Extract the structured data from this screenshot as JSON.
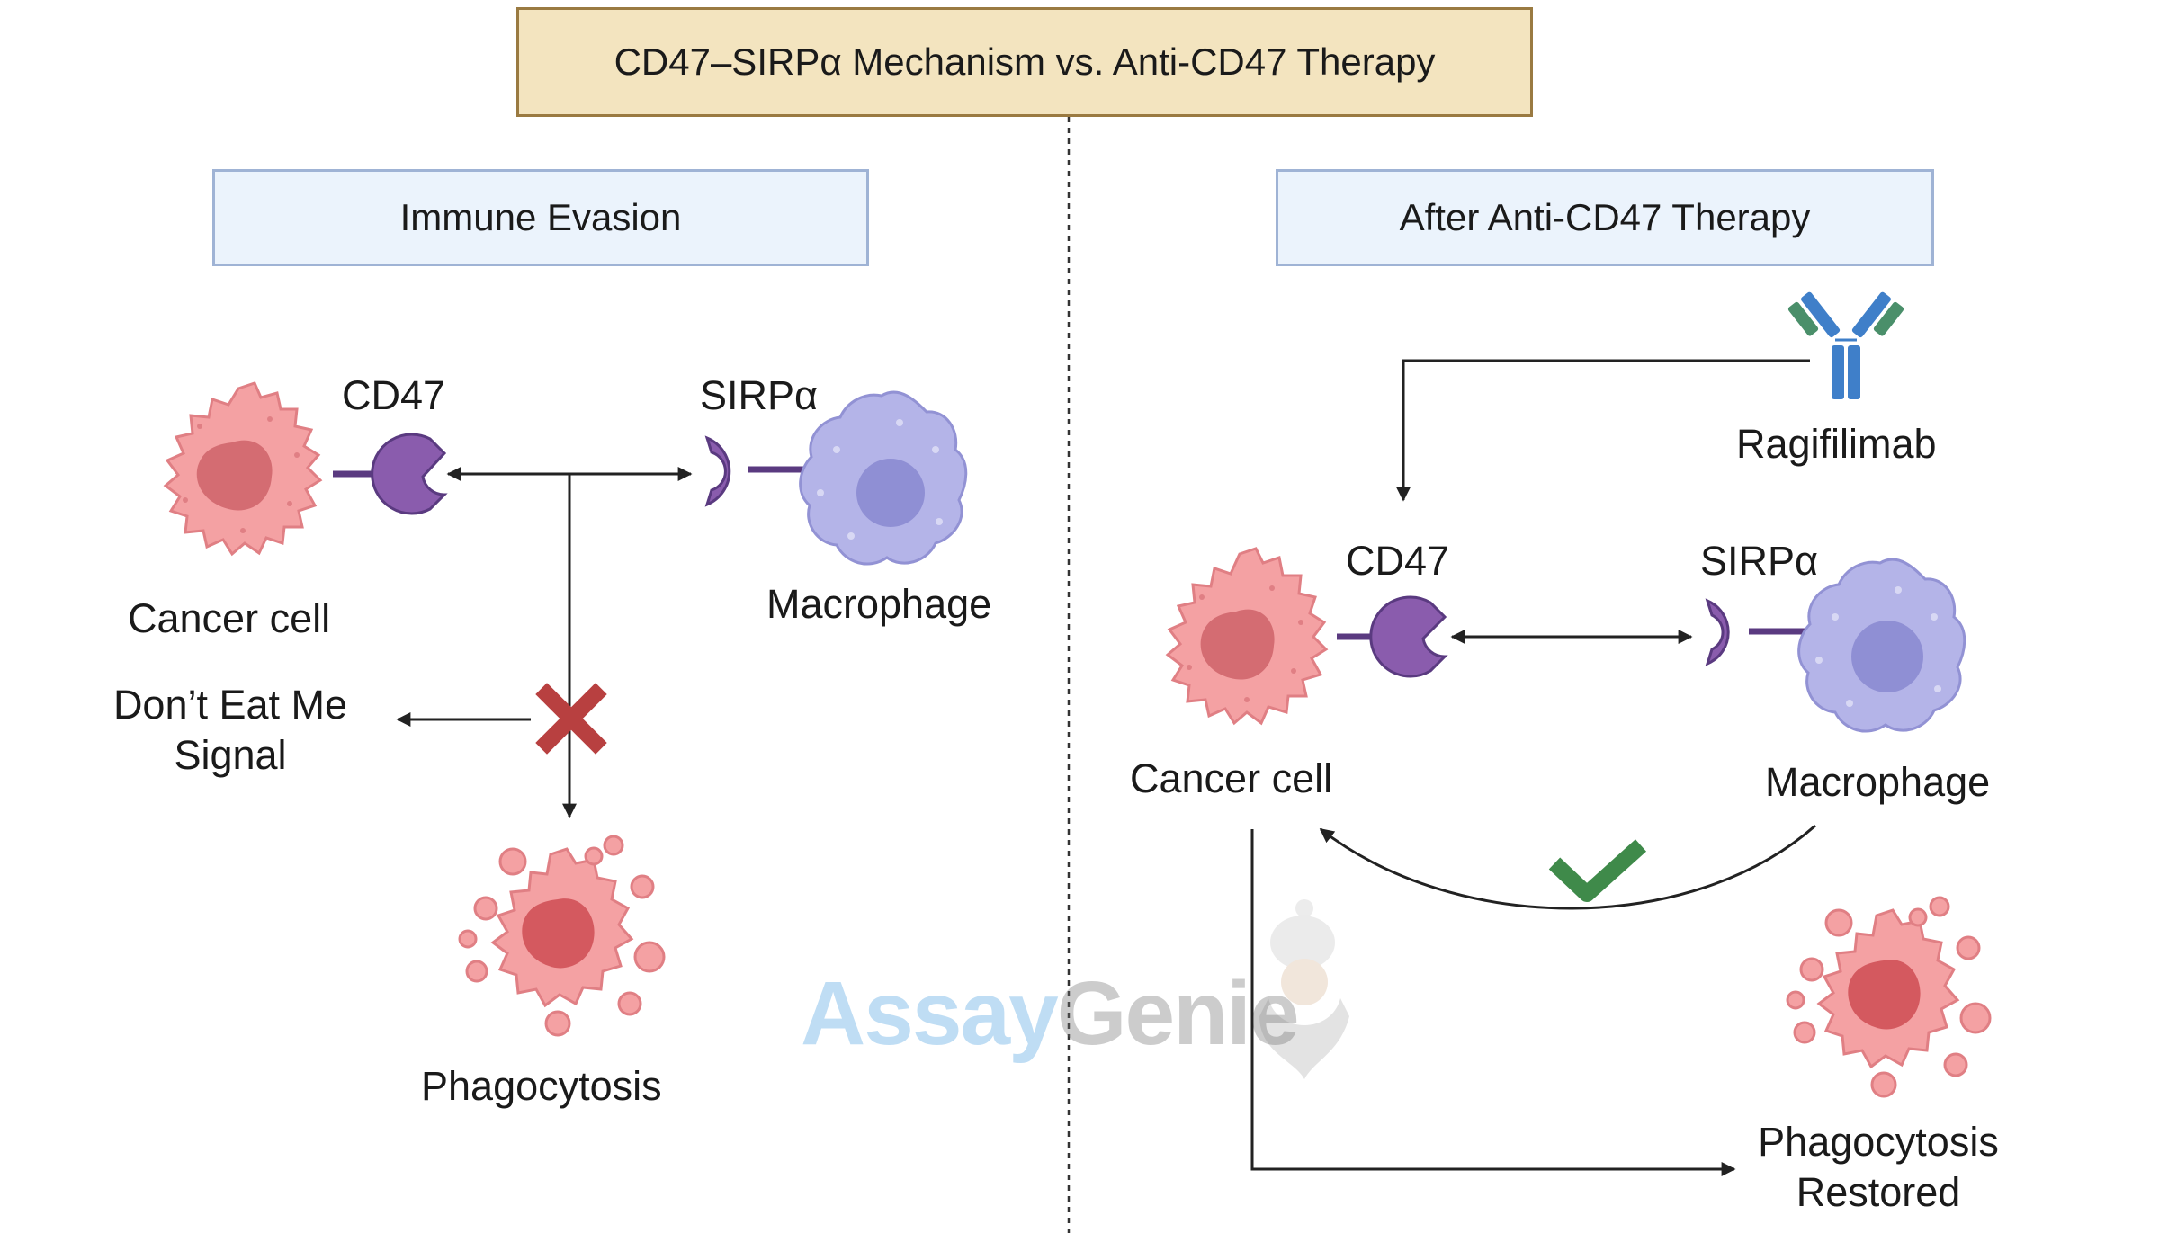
{
  "title": "CD47–SIRPα Mechanism vs. Anti-CD47 Therapy",
  "left_panel": {
    "header": "Immune Evasion",
    "cd47_label": "CD47",
    "sirpa_label": "SIRPα",
    "cancer_cell_label": "Cancer cell",
    "macrophage_label": "Macrophage",
    "signal_label_line1": "Don’t Eat Me",
    "signal_label_line2": "Signal",
    "phagocytosis_label": "Phagocytosis"
  },
  "right_panel": {
    "header": "After Anti-CD47 Therapy",
    "antibody_label": "Ragifilimab",
    "cd47_label": "CD47",
    "sirpa_label": "SIRPα",
    "cancer_cell_label": "Cancer cell",
    "macrophage_label": "Macrophage",
    "restored_label_line1": "Phagocytosis",
    "restored_label_line2": "Restored"
  },
  "watermark": {
    "part1": "Assay",
    "part2": "Genie"
  },
  "icons": {
    "blocked": "red-x-icon",
    "success": "green-check-icon",
    "antibody": "antibody-icon"
  },
  "colors": {
    "cancer_cell": "#f4a1a3",
    "cancer_nucleus": "#d46c72",
    "macrophage": "#b4b4e8",
    "macrophage_nucleus": "#8f8fd4",
    "receptor": "#8a5cad",
    "x_mark": "#b84040",
    "check_mark": "#3f8a4a",
    "antibody_blue": "#3f7fc9",
    "antibody_green": "#4a8f6a"
  }
}
